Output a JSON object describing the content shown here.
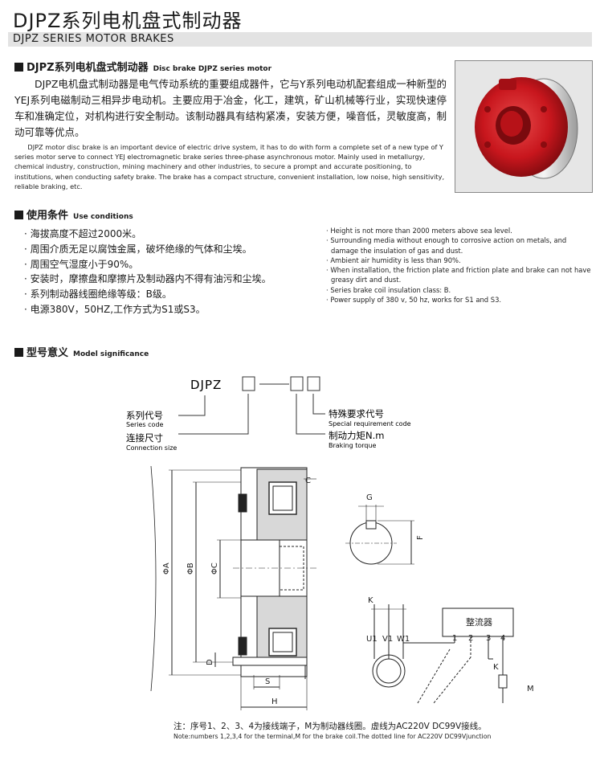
{
  "header": {
    "title": "DJPZ系列电机盘式制动器",
    "subtitle": "DJPZ SERIES MOTOR BRAKES"
  },
  "section_intro": {
    "title_zh": "DJPZ系列电机盘式制动器",
    "title_en": "Disc brake DJPZ series motor",
    "body_zh": "DJPZ电机盘式制动器是电气传动系统的重要组成器件，它与Y系列电动机配套组成一种新型的YEJ系列电磁制动三相异步电动机。主要应用于冶金，化工，建筑，矿山机械等行业，实现快速停车和准确定位，对机构进行安全制动。该制动器具有结构紧凑，安装方便，噪音低，灵敏度高，制动可靠等优点。",
    "body_en": "DJPZ motor disc brake is an important device of electric drive system, it has to do with form a complete set of a new type of Y series motor serve to connect YEJ electromagnetic brake series three-phase asynchronous motor. Mainly used in metallurgy, chemical industry, construction, mining machinery and other industries, to secure a prompt and accurate positioning, to institutions, when conducting safety brake. The brake has a compact structure, convenient installation, low noise, high sensitivity, reliable braking, etc."
  },
  "section_use": {
    "title_zh": "使用条件",
    "title_en": "Use   conditions",
    "items_zh": [
      "· 海拔高度不超过2000米。",
      "· 周围介质无足以腐蚀金属，破坏绝缘的气体和尘埃。",
      "· 周围空气湿度小于90%。",
      "· 安装时，摩擦盘和摩擦片及制动器内不得有油污和尘埃。",
      "· 系列制动器线圈绝缘等级：B级。",
      "· 电源380V，50HZ,工作方式为S1或S3。"
    ],
    "items_en": [
      "· Height is not more than 2000 meters above sea level.",
      "· Surrounding media without enough to corrosive action on metals, and damage the insulation of gas and dust.",
      "· Ambient air humidity is less than 90%.",
      "· When installation, the friction plate and friction plate and brake can not have greasy dirt and dust.",
      "· Series brake coil insulation class: B.",
      "· Power supply of 380 v, 50 hz, works for S1 and S3."
    ]
  },
  "section_model": {
    "title_zh": "型号意义",
    "title_en": "Model significance",
    "model_prefix": "DJPZ",
    "labels": {
      "series_zh": "系列代号",
      "series_en": "Series code",
      "conn_zh": "连接尺寸",
      "conn_en": "Connection size",
      "special_zh": "特殊要求代号",
      "special_en": "Special requirement code",
      "torque_zh": "制动力矩N.m",
      "torque_en": "Braking torque"
    }
  },
  "drawing": {
    "dims": {
      "A": "ΦA",
      "B": "ΦB",
      "C": "ΦC",
      "D": "D",
      "S": "S",
      "H": "H",
      "G": "G",
      "F": "F",
      "C_top": "C"
    },
    "wiring": {
      "k_top": "K",
      "u1": "U1",
      "v1": "V1",
      "w1": "W1",
      "rectifier": "整流器",
      "t1": "1",
      "t2": "2",
      "t3": "3",
      "t4": "4",
      "k_right": "K",
      "m": "M"
    }
  },
  "note": {
    "zh": "注：序号1、2、3、4为接线端子，M为制动器线圈。虚线为AC220V DC99V接线。",
    "en": "Note:numbers 1,2,3,4 for the terminal,M for the brake coil.The dotted line for AC220V DC99Vjunction"
  },
  "colors": {
    "brake_red": "#c8161d",
    "text": "#1a1a1a",
    "bar_gray": "#e3e3e3"
  }
}
